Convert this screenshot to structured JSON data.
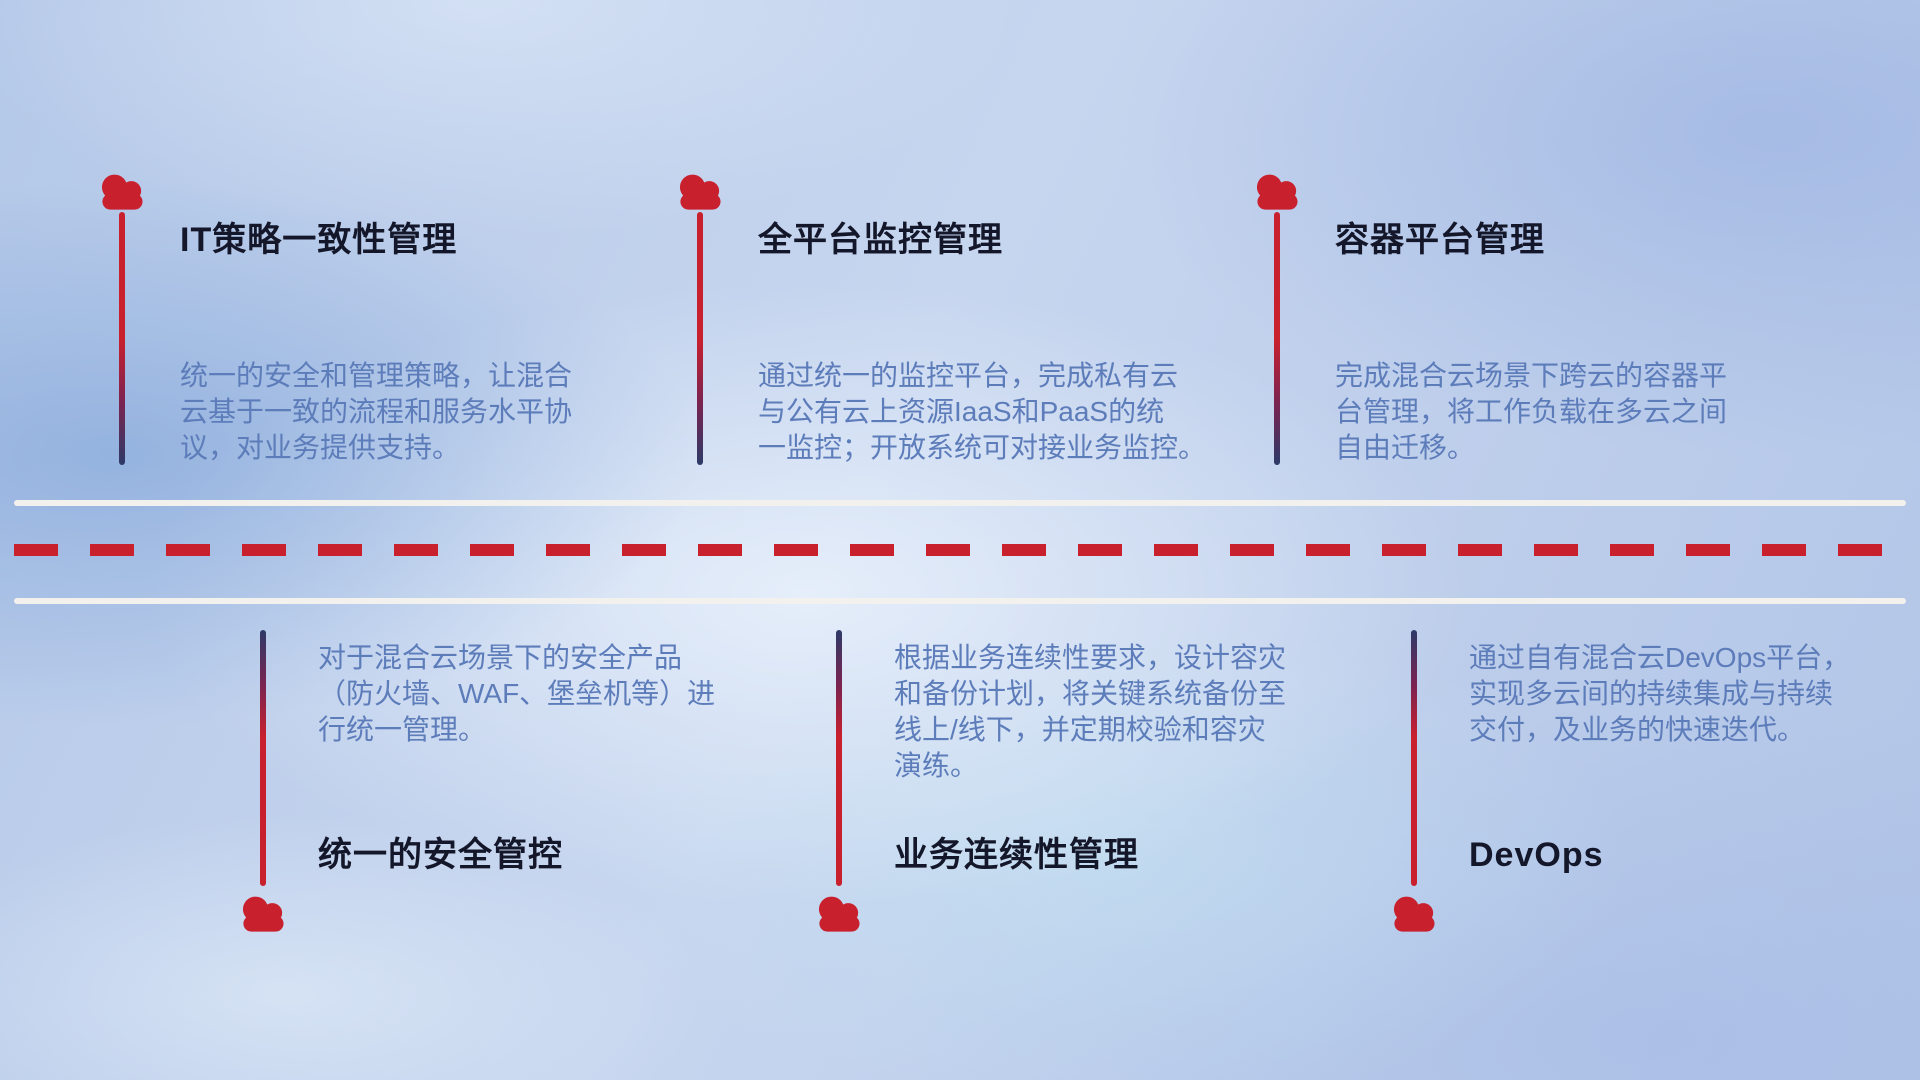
{
  "colors": {
    "accent_red": "#c9202e",
    "navy": "#2d3a68",
    "title_text": "#14172a",
    "body_text": "#5d7cba",
    "road_white": "#f3f1ed"
  },
  "items_top": [
    {
      "id": "it-policy",
      "title": "IT策略一致性管理",
      "description": "统一的安全和管理策略，让混合\n云基于一致的流程和服务水平协\n议，对业务提供支持。"
    },
    {
      "id": "monitoring",
      "title": "全平台监控管理",
      "description": "通过统一的监控平台，完成私有云\n与公有云上资源IaaS和PaaS的统\n一监控；开放系统可对接业务监控。"
    },
    {
      "id": "container-platform",
      "title": "容器平台管理",
      "description": "完成混合云场景下跨云的容器平\n台管理，将工作负载在多云之间\n自由迁移。"
    }
  ],
  "items_bottom": [
    {
      "id": "security",
      "title": "统一的安全管控",
      "description": "对于混合云场景下的安全产品\n（防火墙、WAF、堡垒机等）进\n行统一管理。"
    },
    {
      "id": "business-continuity",
      "title": "业务连续性管理",
      "description": "根据业务连续性要求，设计容灾\n和备份计划，将关键系统备份至\n线上/线下，并定期校验和容灾\n演练。"
    },
    {
      "id": "devops",
      "title": "DevOps",
      "description": "通过自有混合云DevOps平台，\n实现多云间的持续集成与持续\n交付，及业务的快速迭代。"
    }
  ]
}
